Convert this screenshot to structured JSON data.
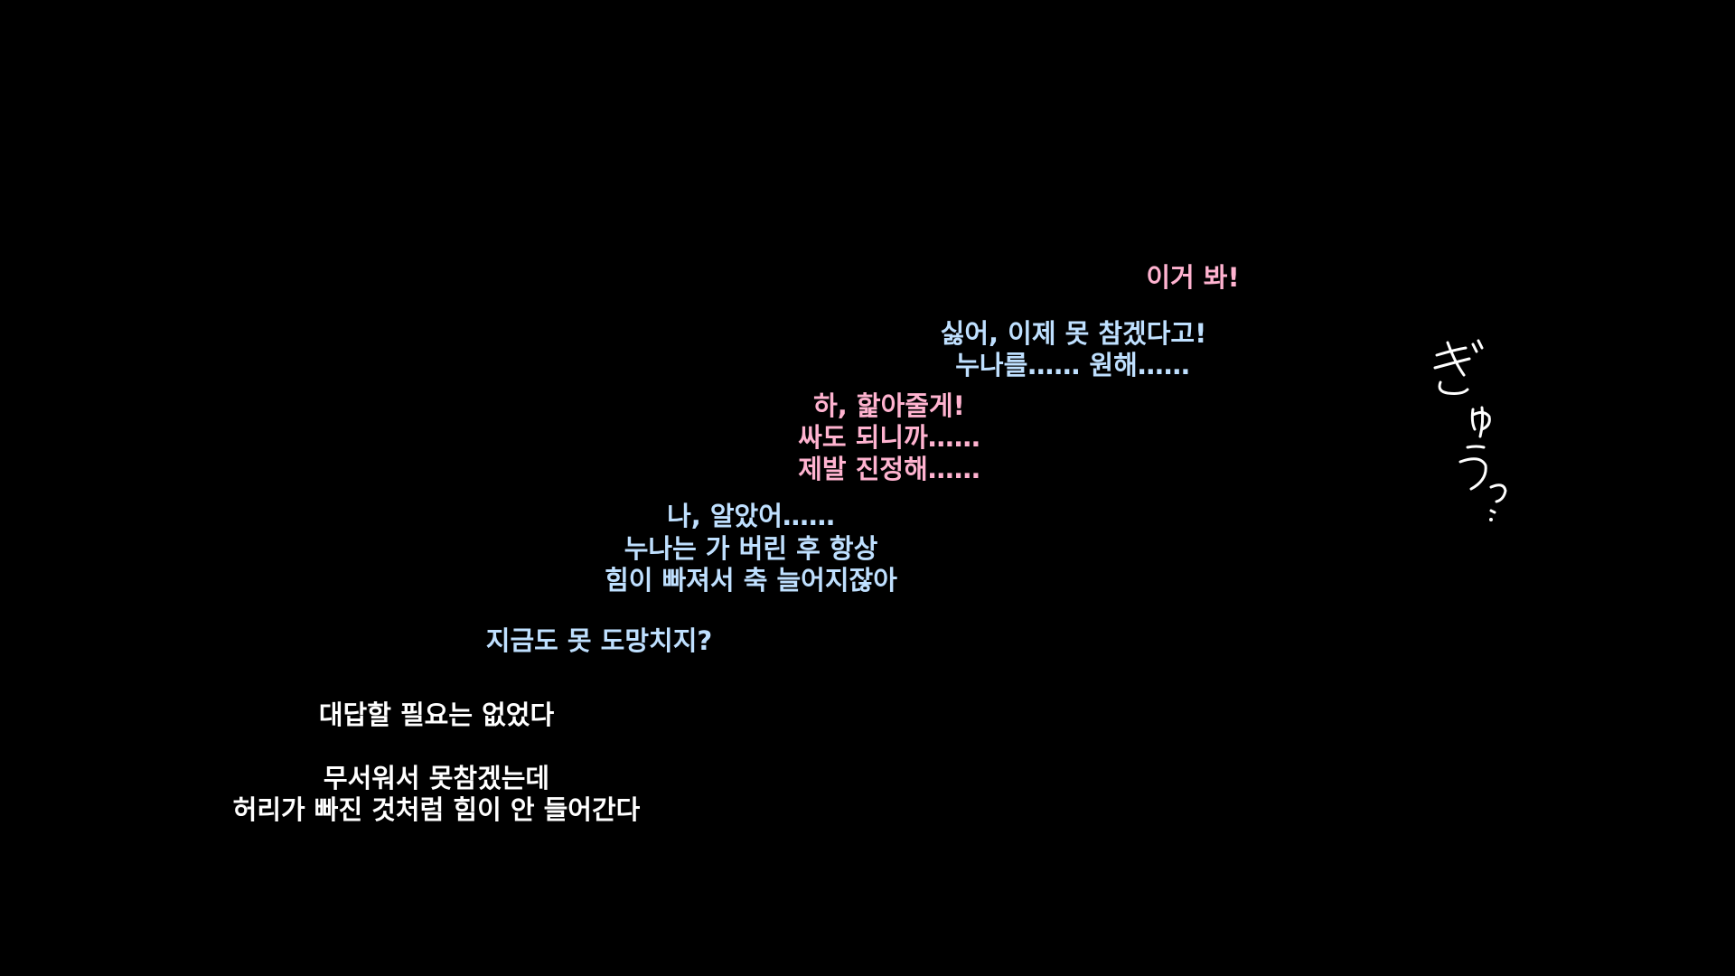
{
  "colors": {
    "background": "#000000",
    "pink": "#ffb3d0",
    "blue": "#bfe0ff",
    "white": "#ffffff"
  },
  "dialogue": {
    "line_1": "이거 봐!",
    "line_2": "싫어, 이제 못 참겠다고!",
    "line_3": "누나를…… 원해……",
    "line_4": "하, 핥아줄게!",
    "line_5": "싸도 되니까……",
    "line_6": "제발 진정해……",
    "line_7": "나, 알았어……",
    "line_8": "누나는 가 버린 후 항상",
    "line_9": "힘이 빠져서 축 늘어지잖아",
    "line_10": "지금도 못 도망치지?",
    "line_11": "대답할 필요는 없었다",
    "line_12": "무서워서 못참겠는데",
    "line_13": "허리가 빠진 것처럼 힘이 안 들어간다"
  },
  "sfx_text": "ぎゅうっ"
}
